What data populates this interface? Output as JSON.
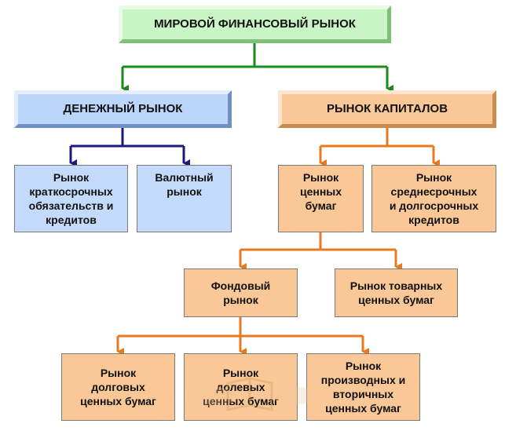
{
  "nodes": {
    "root": "МИРОВОЙ ФИНАНСОВЫЙ РЫНОК",
    "money_market": "ДЕНЕЖНЫЙ РЫНОК",
    "capital_market": "РЫНОК КАПИТАЛОВ",
    "short_term": "Рынок\nкраткосрочных\nобязательств и\nкредитов",
    "currency": "Валютный\nрынок",
    "securities": "Рынок\nценных\nбумаг",
    "mid_long_term": "Рынок\nсреднесрочных\nи долгосрочных\nкредитов",
    "stock": "Фондовый\nрынок",
    "commodity_securities": "Рынок товарных\nценных бумаг",
    "debt_securities": "Рынок\nдолговых\nценных бумаг",
    "equity_securities": "Рынок\nдолевых\nценных бумаг",
    "derivative_securities": "Рынок\nпроизводных и\nвторичных\nценных бумаг"
  },
  "colors": {
    "root_fill": "#c9f5c4",
    "money_fill": "#bcd6fb",
    "capital_fill": "#f9c896",
    "green_connector": "#1a8a1a",
    "blue_connector": "#1b1b7a",
    "orange_connector": "#e87a1e"
  }
}
